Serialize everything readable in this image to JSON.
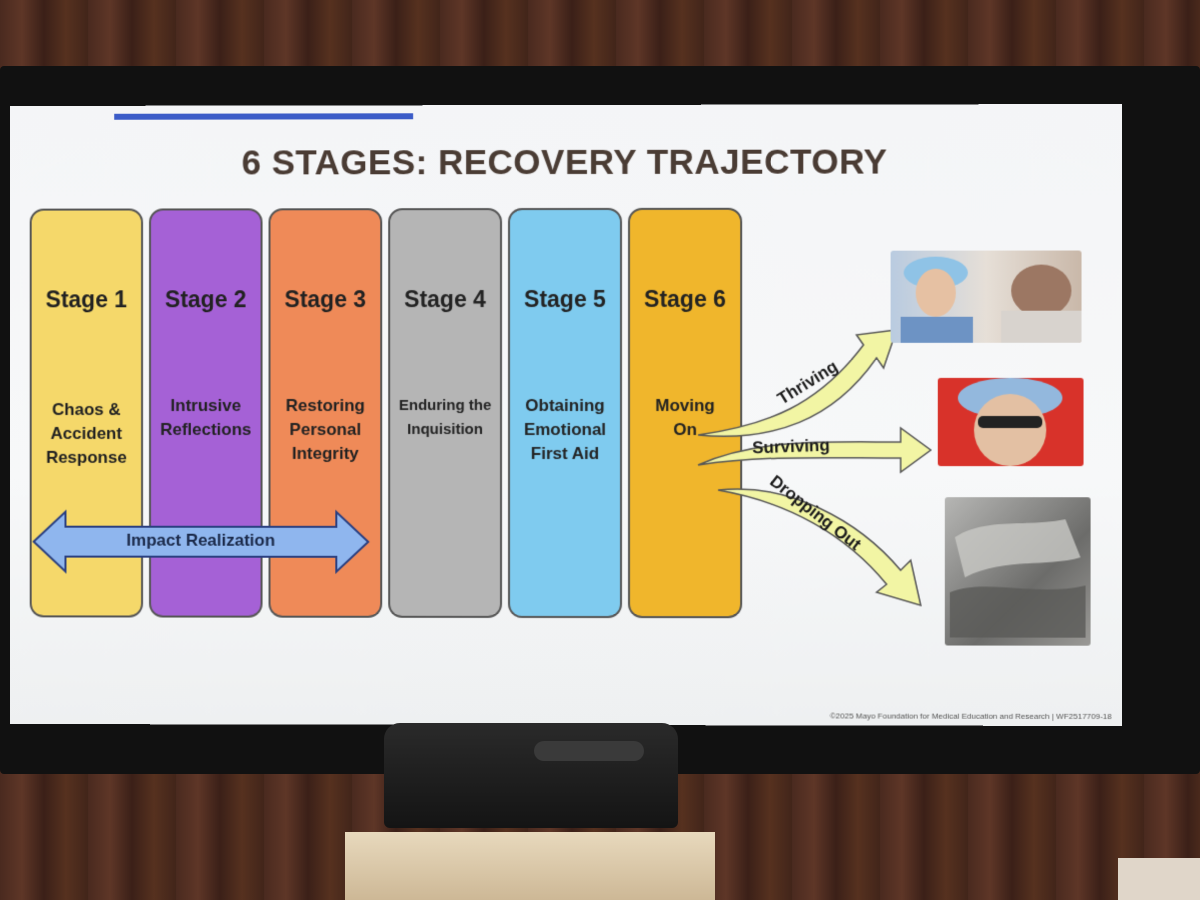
{
  "slide": {
    "title": "6 STAGES: RECOVERY TRAJECTORY",
    "stages": [
      {
        "label": "Stage 1",
        "description": "Chaos & Accident Response",
        "color": "#f5d86a"
      },
      {
        "label": "Stage 2",
        "description": "Intrusive Reflections",
        "color": "#a561d6"
      },
      {
        "label": "Stage 3",
        "description": "Restoring Personal Integrity",
        "color": "#ef8a58"
      },
      {
        "label": "Stage 4",
        "description": "Enduring the Inquisition",
        "color": "#b5b5b5"
      },
      {
        "label": "Stage 5",
        "description": "Obtaining Emotional First Aid",
        "color": "#7fcbef"
      },
      {
        "label": "Stage 6",
        "description": "Moving On",
        "color": "#f0b62c"
      }
    ],
    "impact_label": "Impact Realization",
    "outcomes": [
      "Thriving",
      "Surviving",
      "Dropping Out"
    ],
    "copyright": "©2025 Mayo Foundation for Medical Education and Research | WF2517709-18",
    "accent_color": "#3b5cc8"
  }
}
